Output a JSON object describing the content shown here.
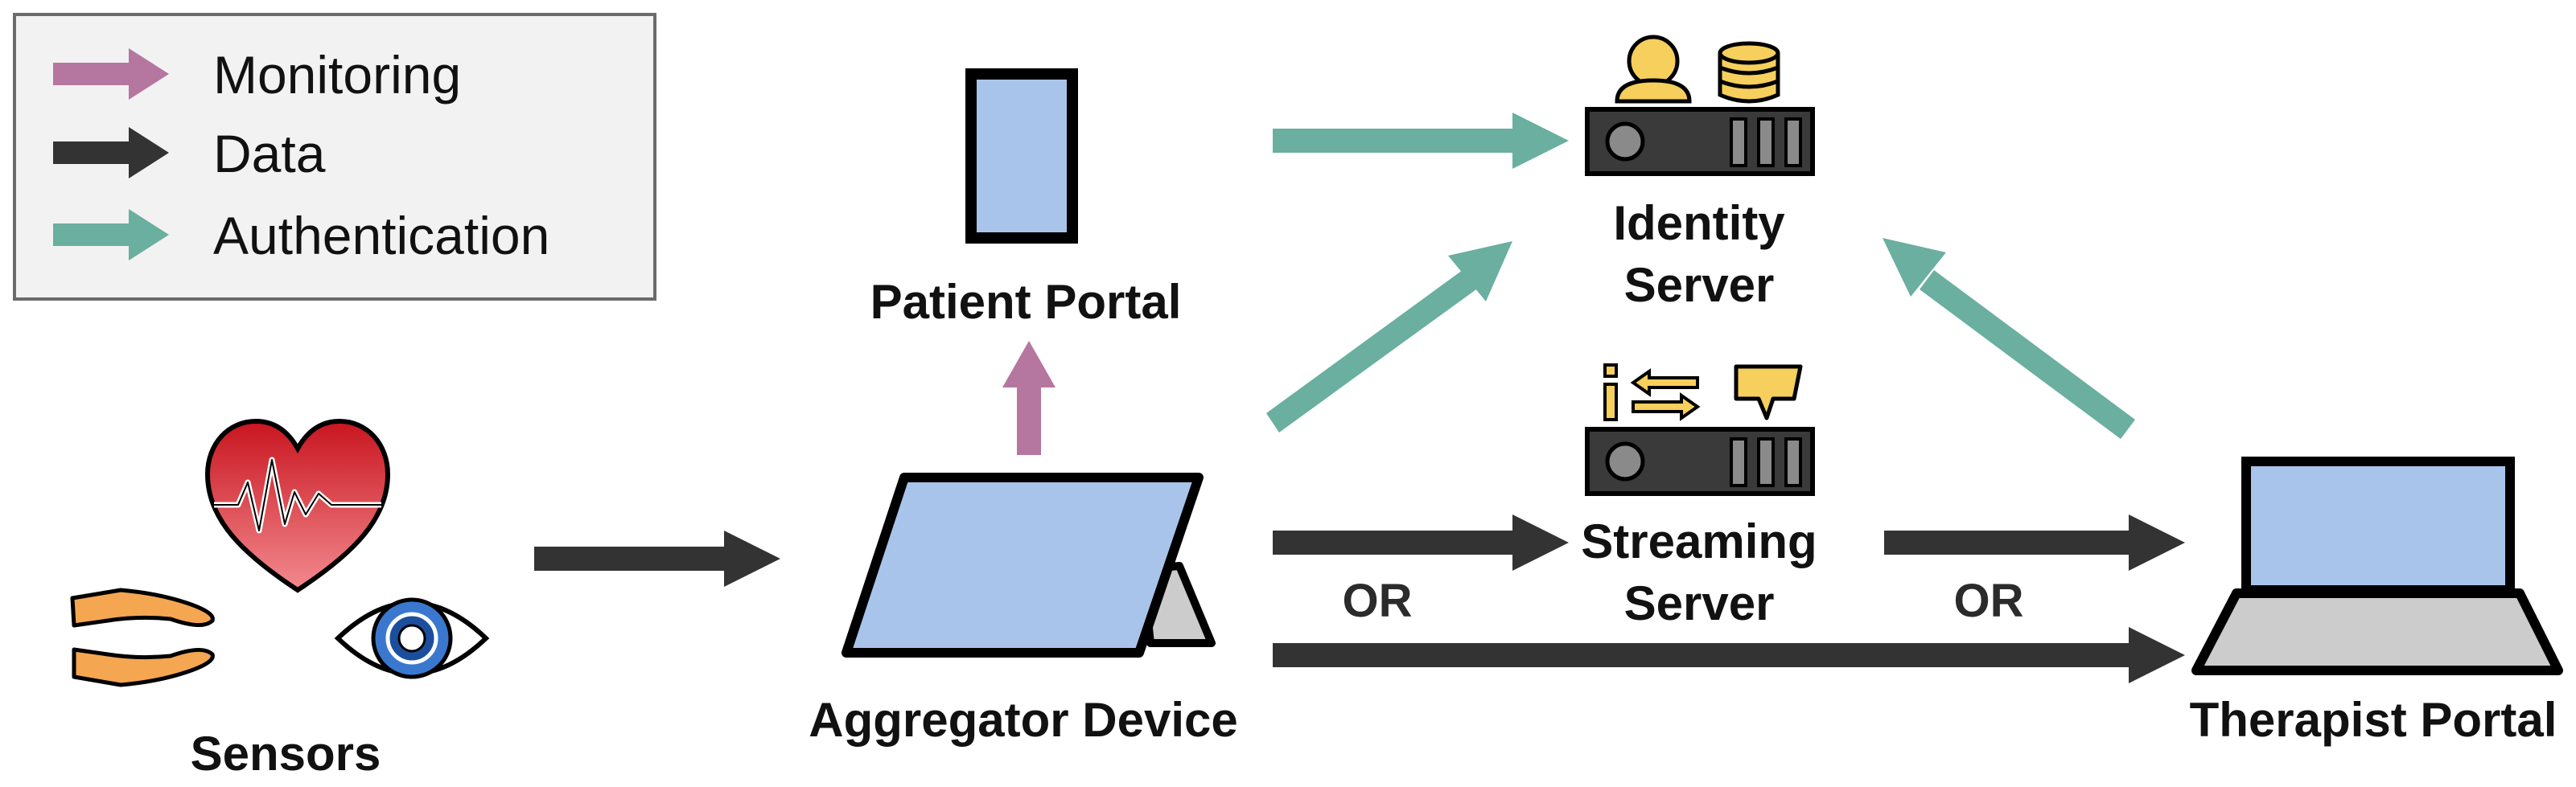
{
  "legend": {
    "items": [
      {
        "label": "Monitoring",
        "color": "#b5769f"
      },
      {
        "label": "Data",
        "color": "#333333"
      },
      {
        "label": "Authentication",
        "color": "#6aaf9f"
      }
    ]
  },
  "nodes": {
    "patient_portal": "Patient Portal",
    "identity_server_line1": "Identity",
    "identity_server_line2": "Server",
    "streaming_server_line1": "Streaming",
    "streaming_server_line2": "Server",
    "sensors": "Sensors",
    "aggregator_device": "Aggregator Device",
    "therapist_portal": "Therapist Portal"
  },
  "connectors": {
    "or_left": "OR",
    "or_right": "OR"
  },
  "colors": {
    "monitoring": "#b5769f",
    "data": "#333333",
    "authentication": "#6aaf9f",
    "screen_blue": "#a9c4ea",
    "server_dark": "#3a3a3a",
    "heart_red": "#e0323a",
    "icon_yellow": "#f6cf5c"
  }
}
